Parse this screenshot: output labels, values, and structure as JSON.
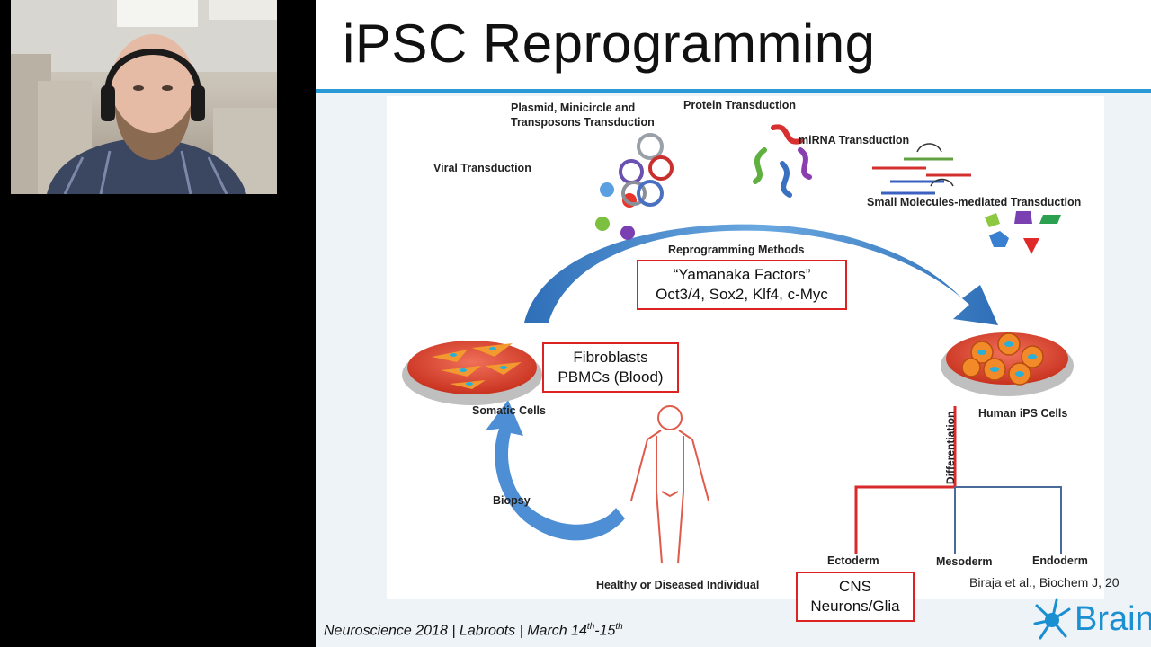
{
  "slide": {
    "title": "iPSC Reprogramming",
    "citation": "Biraja et al., Biochem J, 20",
    "footer": {
      "part1": "Neuroscience 2018 | Labroots | March 14",
      "sup1": "th",
      "part2": "-15",
      "sup2": "th"
    },
    "logo_text": "BrainXe",
    "accent_color": "#2a9ad6"
  },
  "diagram": {
    "methods": {
      "plasmid_line1": "Plasmid, Minicircle and",
      "plasmid_line2": "Transposons Transduction",
      "protein": "Protein Transduction",
      "mirna": "miRNA Transduction",
      "viral": "Viral Transduction",
      "small_molecules": "Small Molecules-mediated Transduction"
    },
    "reprogramming_methods": "Reprogramming Methods",
    "yamanaka_line1": "“Yamanaka Factors”",
    "yamanaka_line2": "Oct3/4, Sox2, Klf4, c-Myc",
    "fibroblasts_line1": "Fibroblasts",
    "fibroblasts_line2": "PBMCs (Blood)",
    "somatic_cells": "Somatic Cells",
    "human_ips_cells": "Human iPS Cells",
    "differentiation": "Differentiation",
    "biopsy": "Biopsy",
    "individual": "Healthy or Diseased Individual",
    "ectoderm": "Ectoderm",
    "mesoderm": "Mesoderm",
    "endoderm": "Endoderm",
    "cns_line1": "CNS",
    "cns_line2": "Neurons/Glia"
  }
}
